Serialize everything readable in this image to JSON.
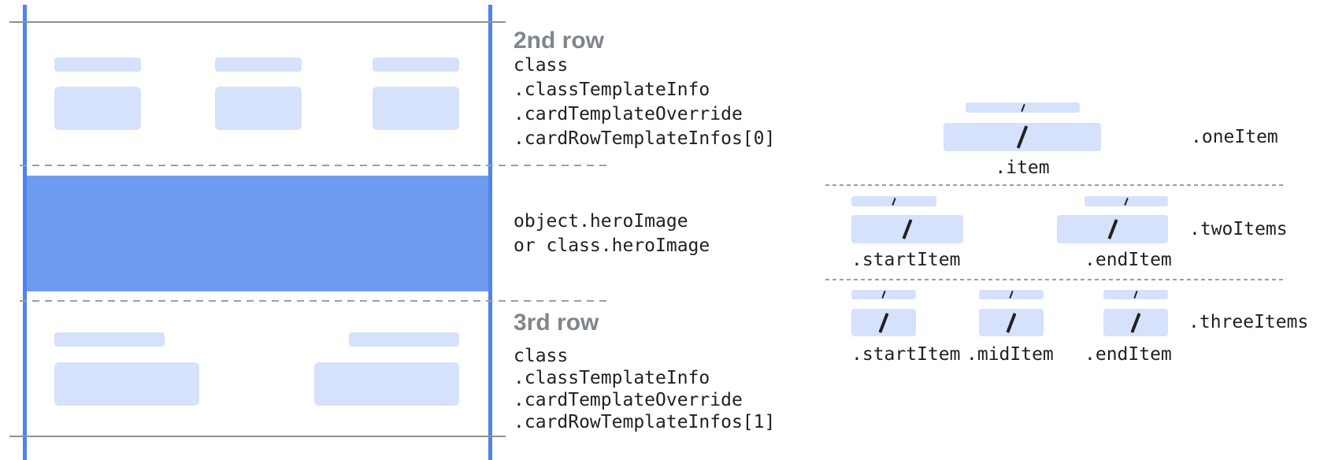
{
  "colors": {
    "guide_blue": "#4b85ef",
    "hero_blue": "#6f9bee",
    "placeholder_blue": "#d6e1fb",
    "heading_gray": "#80868b",
    "code_dark": "#202124",
    "line_gray": "#8d9194",
    "dash_gray": "#9e9e9e",
    "slash_dark": "#212121"
  },
  "left_card": {
    "row2": {
      "title": "2nd row",
      "code_lines": [
        "class",
        ".classTemplateInfo",
        ".cardTemplateOverride",
        ".cardRowTemplateInfos[0]"
      ]
    },
    "hero": {
      "code_lines": [
        "object.heroImage",
        "or class.heroImage"
      ]
    },
    "row3": {
      "title": "3rd row",
      "code_lines": [
        "class",
        ".classTemplateInfo",
        ".cardTemplateOverride",
        ".cardRowTemplateInfos[1]"
      ]
    }
  },
  "right_diagram": {
    "one_item": {
      "group_label": ".oneItem",
      "item_labels": [
        ".item"
      ]
    },
    "two_items": {
      "group_label": ".twoItems",
      "item_labels": [
        ".startItem",
        ".endItem"
      ]
    },
    "three_items": {
      "group_label": ".threeItems",
      "item_labels": [
        ".startItem",
        ".midItem",
        ".endItem"
      ]
    }
  }
}
